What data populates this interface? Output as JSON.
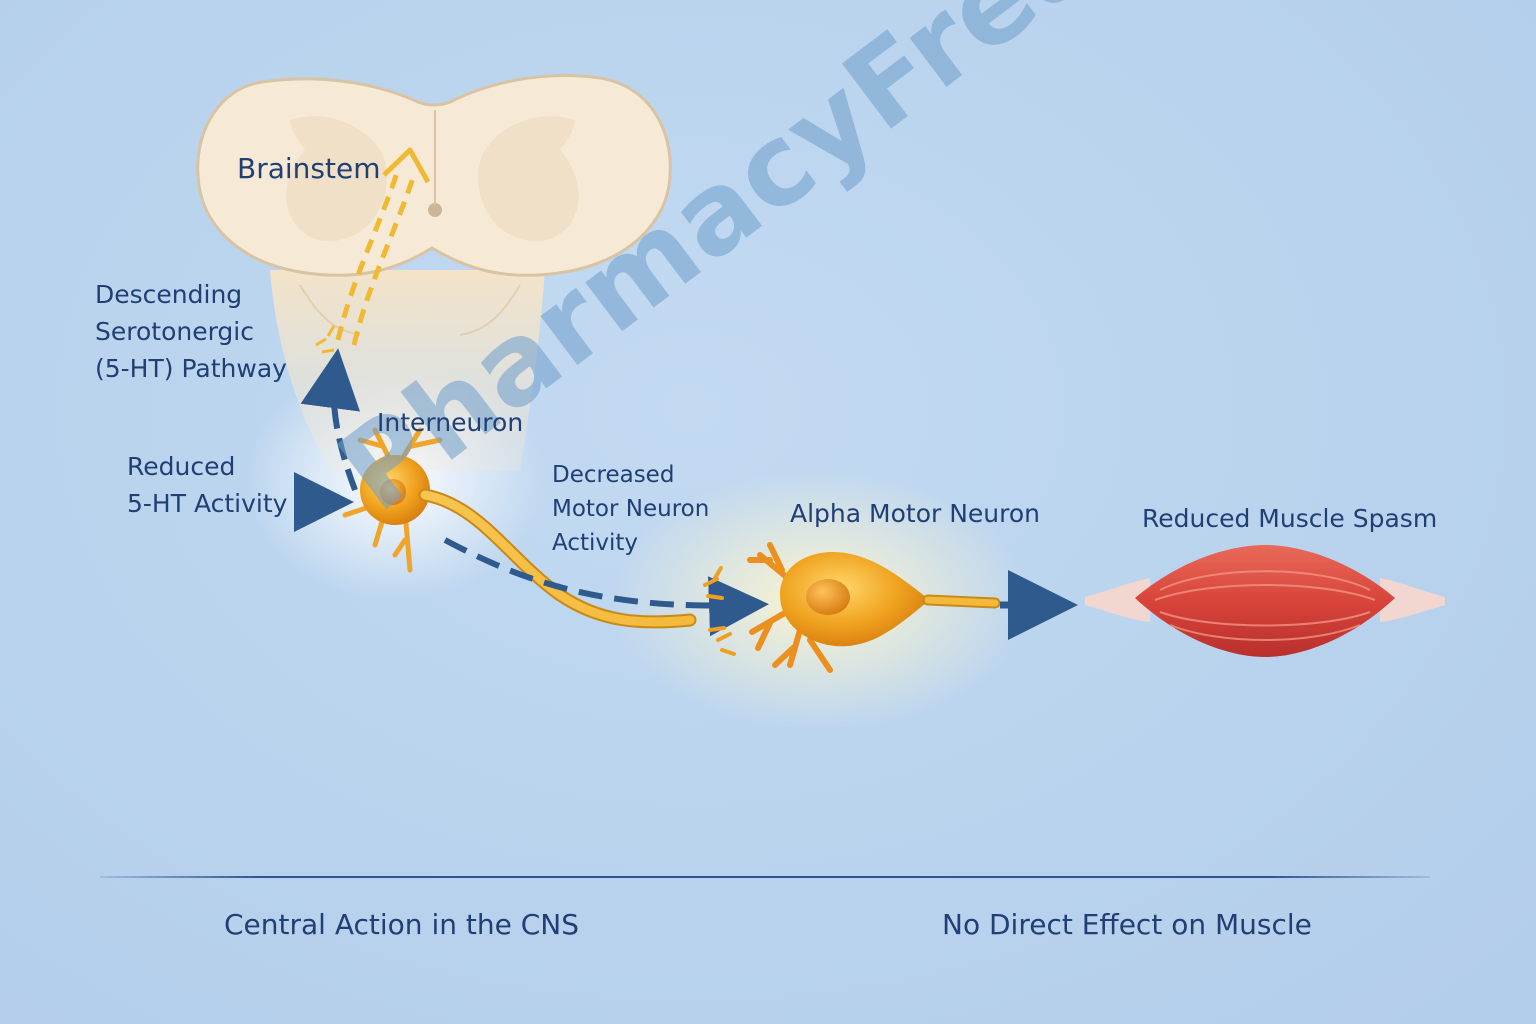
{
  "labels": {
    "brainstem": "Brainstem",
    "pathway": [
      "Descending",
      "Serotonergic",
      "(5-HT) Pathway"
    ],
    "interneuron": "Interneuron",
    "reduced_activity": [
      "Reduced",
      "5-HT Activity"
    ],
    "decreased": [
      "Decreased",
      "Motor Neuron",
      "Activity"
    ],
    "alpha_motor": "Alpha Motor Neuron",
    "spasm": "Reduced Muscle Spasm"
  },
  "footer": {
    "left": "Central Action in the CNS",
    "right": "No Direct Effect on Muscle"
  },
  "watermark": "PharmacyFreak",
  "colors": {
    "text": "#1f3f75",
    "arrow": "#2f5a8e",
    "neuron": "#f0a020",
    "muscle": "#d9473a",
    "tissue": "#f5e9d6"
  }
}
